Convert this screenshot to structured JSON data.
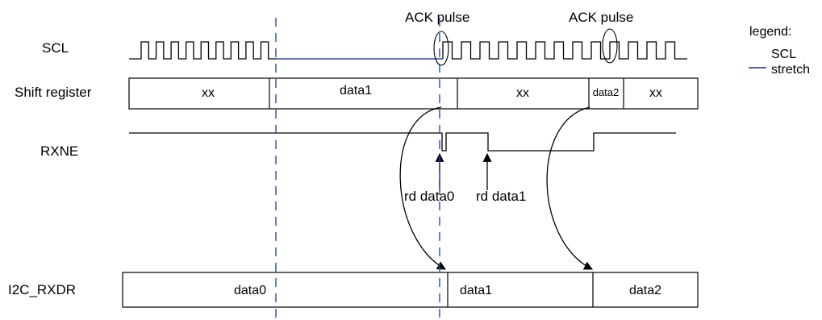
{
  "signals": {
    "scl": "SCL",
    "shift_register": "Shift register",
    "rxne": "RXNE",
    "i2c_rxdr": "I2C_RXDR"
  },
  "annotations": {
    "ack_pulse_1": "ACK pulse",
    "ack_pulse_2": "ACK pulse",
    "rd_data0": "rd data0",
    "rd_data1": "rd data1"
  },
  "legend": {
    "title": "legend:",
    "line1": "SCL",
    "line2": "stretch",
    "color": "#2b4c9b"
  },
  "shift_register_fields": [
    "xx",
    "data1",
    "xx",
    "data2",
    "xx"
  ],
  "rxdr_fields": [
    "data0",
    "data1",
    "data2"
  ],
  "colors": {
    "stretch": "#2b4c9b",
    "dashed": "#2b4c9b",
    "ink": "#000000"
  }
}
